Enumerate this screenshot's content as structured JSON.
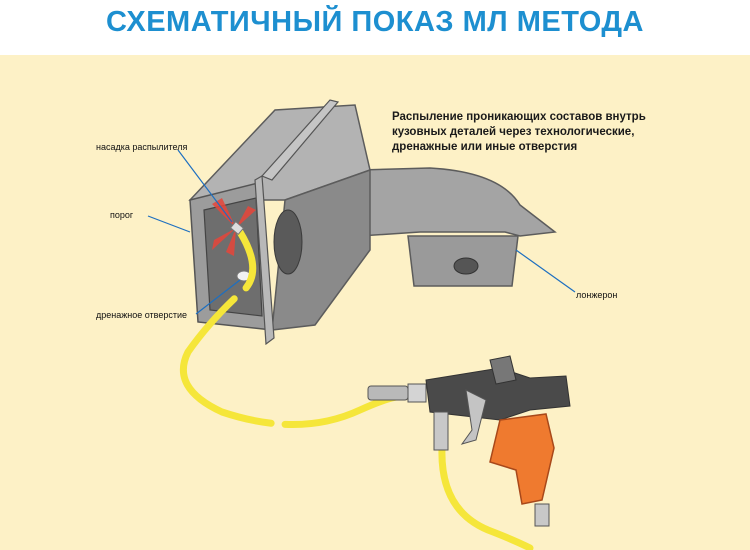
{
  "title": "СХЕМАТИЧНЫЙ ПОКАЗ МЛ МЕТОДА",
  "description_lines": [
    "Распыление проникающих составов внутрь",
    "кузовных деталей через технологические,",
    "дренажные или иные отверстия"
  ],
  "labels": {
    "nozzle": "насадка распылителя",
    "sill": "порог",
    "drain_hole": "дренажное отверстие",
    "spar": "лонжерон"
  },
  "colors": {
    "title": "#1d8fd0",
    "background": "#fdf1c6",
    "metal": "#8f8f8f",
    "hose": "#f5e63a",
    "spray": "#e8463a",
    "handle": "#ef7a2f",
    "leader": "#1d6fc0"
  }
}
